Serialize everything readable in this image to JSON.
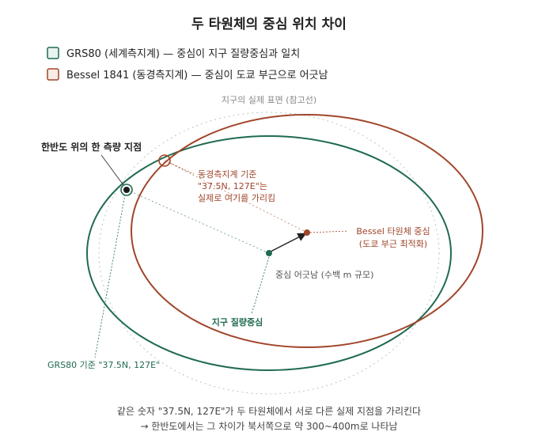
{
  "title": "두 타원체의 중심 위치 차이",
  "legend": [
    {
      "label": "GRS80 (세계측지계) — 중심이 지구 질량중심과 일치",
      "stroke": "#1f6b4e",
      "fill": "#e8f3ee"
    },
    {
      "label": "Bessel 1841 (동경측지계) — 중심이 도쿄 부근으로 어긋남",
      "stroke": "#a0452a",
      "fill": "#f9ece6"
    }
  ],
  "earth_surface_label": "지구의 실제 표면 (참고선)",
  "point_label": "한반도 위의 한 측량 지점",
  "bessel_note": [
    "동경측지계 기준",
    "\"37.5N, 127E\"는",
    "실제로 여기를 가리킴"
  ],
  "bessel_center_label": [
    "Bessel 타원체 중심",
    "(도쿄 부근 최적화)"
  ],
  "offset_label": "중심 어긋남 (수백 m 규모)",
  "earth_center_label": "지구 질량중심",
  "grs80_note": "GRS80 기준 \"37.5N, 127E\"",
  "footer": [
    "같은 숫자 \"37.5N, 127E\"가 두 타원체에서 서로 다른 실제 지점을 가리킨다",
    "→ 한반도에서는 그 차이가 북서쪽으로 약 300~400m로 나타남"
  ],
  "colors": {
    "green": "#1f6b4e",
    "brown": "#a0452a",
    "text": "#333333",
    "muted": "#888888",
    "dotted": "#b8c4cc"
  }
}
